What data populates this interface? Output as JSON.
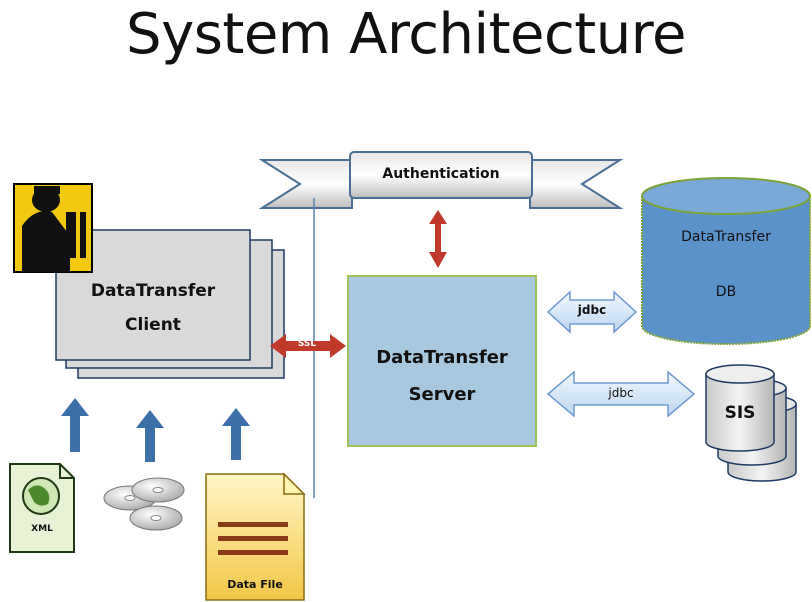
{
  "title": "System Architecture",
  "authentication": {
    "label": "Authentication"
  },
  "client": {
    "line1": "DataTransfer",
    "line2": "Client"
  },
  "server": {
    "line1": "DataTransfer",
    "line2": "Server"
  },
  "database": {
    "line1": "DataTransfer",
    "line2": "DB"
  },
  "sis": {
    "label": "SIS"
  },
  "connections": {
    "client_server": "SSL",
    "server_db": "jdbc",
    "server_sis": "jdbc"
  },
  "inputs": {
    "xml": "XML",
    "data_file": "Data File"
  },
  "colors": {
    "client_fill": "#d9d9d9",
    "server_fill": "#a8c8e0",
    "db_fill": "#5b92c9",
    "upload_arrow": "#3d6fa8",
    "ssl_arrow": "#c0392b"
  },
  "icons": [
    "user-icon",
    "xml-globe-icon",
    "cd-discs-icon",
    "data-file-icon"
  ]
}
